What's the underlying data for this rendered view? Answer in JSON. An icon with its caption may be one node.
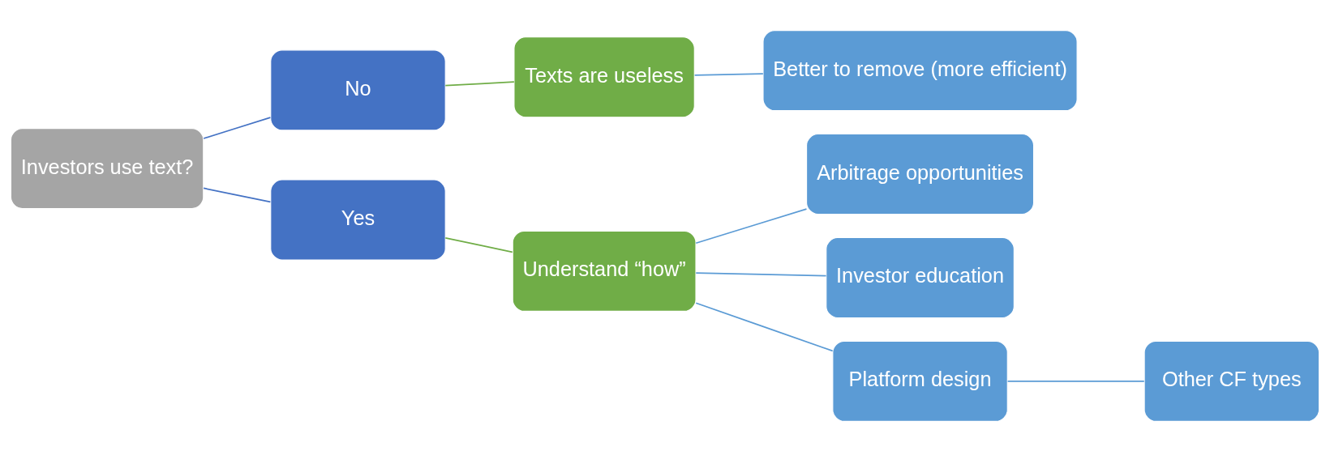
{
  "diagram": {
    "nodes": [
      {
        "text": [
          "Investors use text?"
        ]
      },
      {
        "text": [
          "No"
        ]
      },
      {
        "text": [
          "Yes"
        ]
      },
      {
        "text": [
          "Texts are useless"
        ]
      },
      {
        "text": [
          "Understand “how”"
        ]
      },
      {
        "text": [
          "Better to remove (more efficient)"
        ]
      },
      {
        "text": [
          "Arbitrage opportunities"
        ]
      },
      {
        "text": [
          "Investor education"
        ]
      },
      {
        "text": [
          "Platform design"
        ]
      },
      {
        "text": [
          "Other CF types"
        ]
      }
    ],
    "edges": [
      {
        "from": 0,
        "to": 1,
        "arrow": "none",
        "color": "#4472c4"
      },
      {
        "from": 0,
        "to": 2,
        "arrow": "none",
        "color": "#4472c4"
      },
      {
        "from": 1,
        "to": 3,
        "arrow": "none",
        "color": "#70ad47"
      },
      {
        "from": 2,
        "to": 4,
        "arrow": "none",
        "color": "#70ad47"
      },
      {
        "from": 3,
        "to": 5,
        "arrow": "none"
      },
      {
        "from": 4,
        "to": 6,
        "arrow": "none"
      },
      {
        "from": 4,
        "to": 7,
        "arrow": "none"
      },
      {
        "from": 4,
        "to": 8,
        "arrow": "none"
      },
      {
        "from": 8,
        "to": 9,
        "arrow": "none"
      }
    ]
  }
}
